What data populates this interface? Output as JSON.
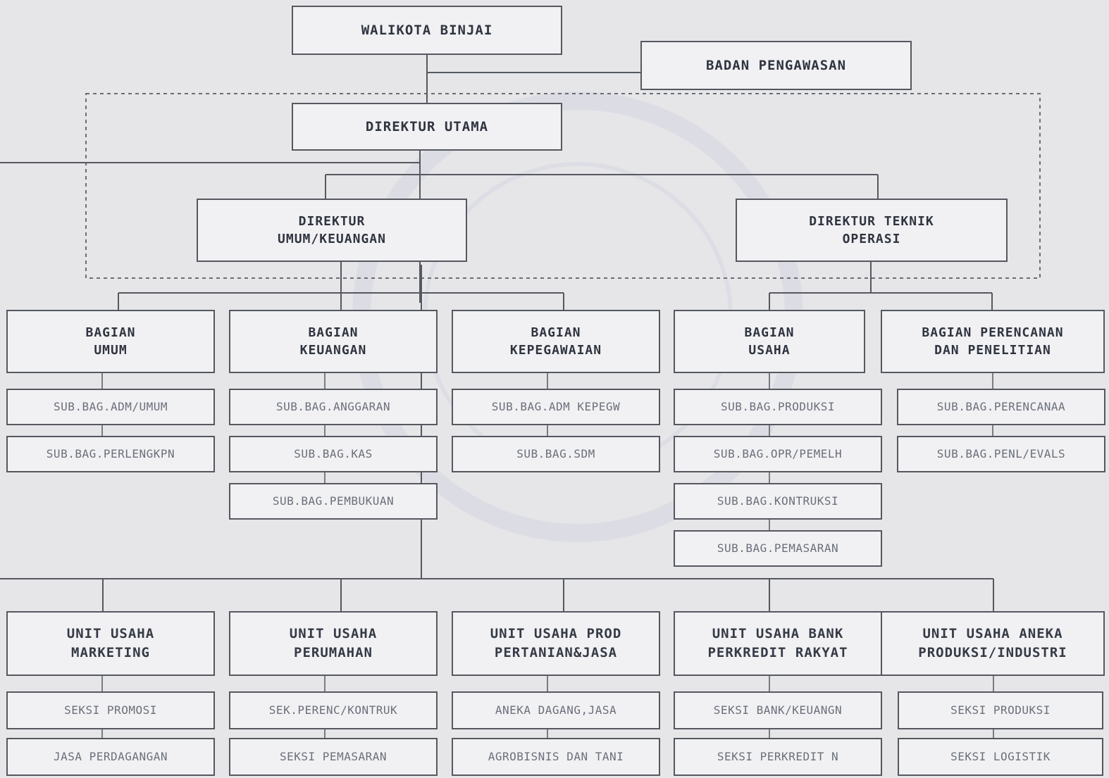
{
  "top": {
    "walikota": "WALIKOTA BINJAI",
    "badan": "BADAN PENGAWASAN",
    "direktur_utama": "DIREKTUR UTAMA",
    "direktur_umum": "DIREKTUR\nUMUM/KEUANGAN",
    "direktur_teknik": "DIREKTUR TEKNIK\nOPERASI"
  },
  "bagian": [
    {
      "title": "BAGIAN\nUMUM",
      "subs": [
        "SUB.BAG.ADM/UMUM",
        "SUB.BAG.PERLENGKPN"
      ]
    },
    {
      "title": "BAGIAN\nKEUANGAN",
      "subs": [
        "SUB.BAG.ANGGARAN",
        "SUB.BAG.KAS",
        "SUB.BAG.PEMBUKUAN"
      ]
    },
    {
      "title": "BAGIAN\nKEPEGAWAIAN",
      "subs": [
        "SUB.BAG.ADM KEPEGW",
        "SUB.BAG.SDM"
      ]
    },
    {
      "title": "BAGIAN\nUSAHA",
      "subs": [
        "SUB.BAG.PRODUKSI",
        "SUB.BAG.OPR/PEMELH",
        "SUB.BAG.KONTRUKSI",
        "SUB.BAG.PEMASARAN"
      ]
    },
    {
      "title": "BAGIAN PERENCANAN\nDAN PENELITIAN",
      "subs": [
        "SUB.BAG.PERENCANAA",
        "SUB.BAG.PENL/EVALS"
      ]
    }
  ],
  "units": [
    {
      "title": "UNIT USAHA\nMARKETING",
      "subs": [
        "SEKSI PROMOSI",
        "JASA PERDAGANGAN"
      ]
    },
    {
      "title": "UNIT USAHA\nPERUMAHAN",
      "subs": [
        "SEK.PERENC/KONTRUK",
        "SEKSI PEMASARAN"
      ]
    },
    {
      "title": "UNIT USAHA PROD\nPERTANIAN&JASA",
      "subs": [
        "ANEKA DAGANG,JASA",
        "AGROBISNIS DAN TANI"
      ]
    },
    {
      "title": "UNIT USAHA BANK\nPERKREDIT RAKYAT",
      "subs": [
        "SEKSI BANK/KEUANGN",
        "SEKSI PERKREDIT N"
      ]
    },
    {
      "title": "UNIT USAHA ANEKA\nPRODUKSI/INDUSTRI",
      "subs": [
        "SEKSI PRODUKSI",
        "SEKSI LOGISTIK"
      ]
    }
  ]
}
